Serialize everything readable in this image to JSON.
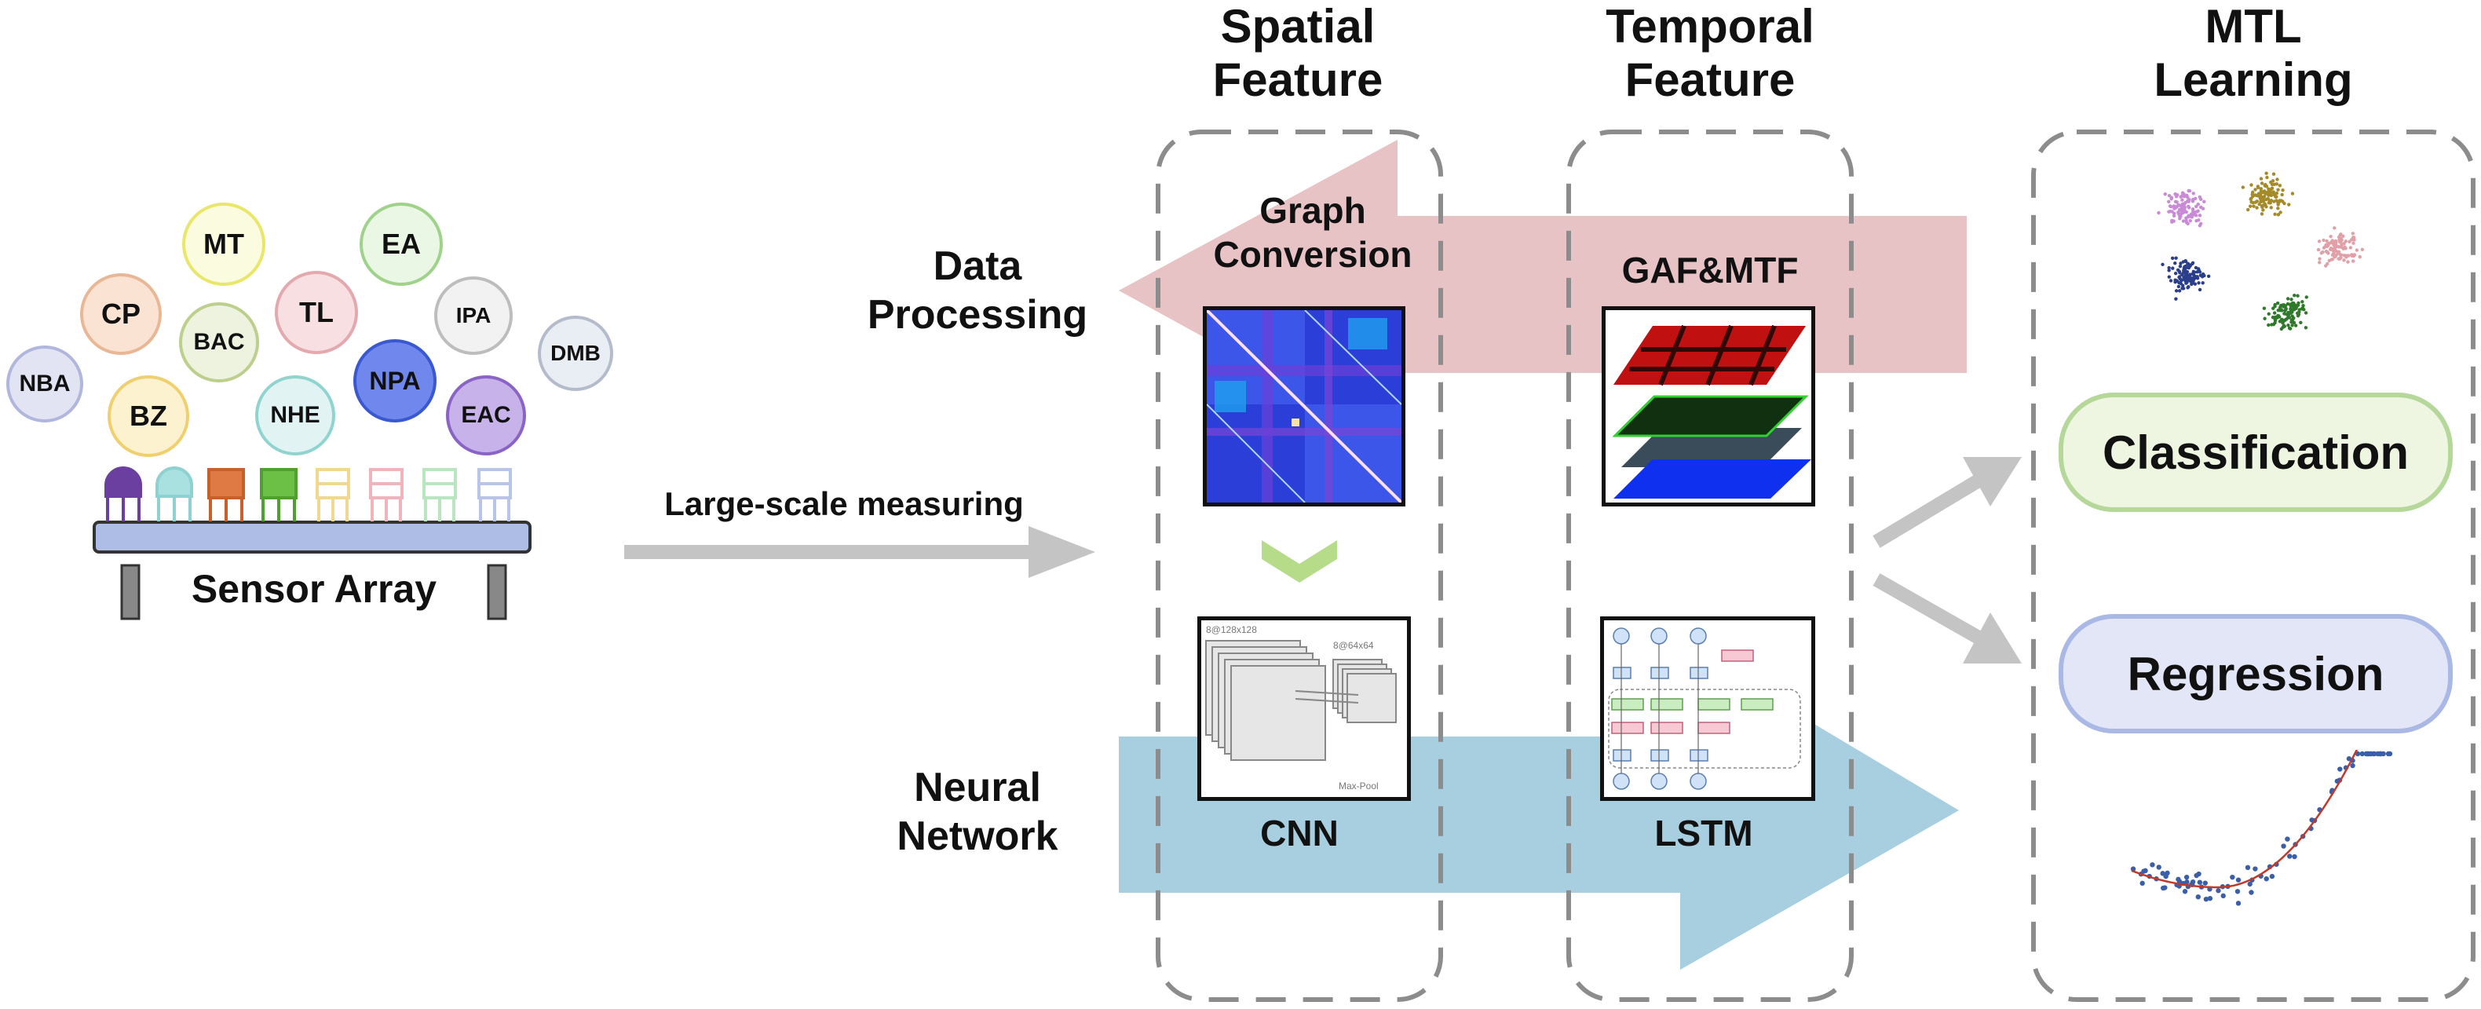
{
  "headers": {
    "spatial": [
      "Spatial",
      "Feature"
    ],
    "temporal": [
      "Temporal",
      "Feature"
    ],
    "mtl": [
      "MTL",
      "Learning"
    ]
  },
  "rows": {
    "data_processing": [
      "Data",
      "Processing"
    ],
    "neural_network": [
      "Neural",
      "Network"
    ]
  },
  "sensors": {
    "label": "Sensor Array",
    "gases": [
      "NBA",
      "CP",
      "MT",
      "BZ",
      "BAC",
      "TL",
      "NHE",
      "EA",
      "NPA",
      "IPA",
      "EAC",
      "DMB"
    ]
  },
  "measure_label": "Large-scale measuring",
  "graph_conversion": [
    "Graph",
    "Conversion"
  ],
  "gaf_mtf": "GAF&MTF",
  "cnn": {
    "label": "CNN",
    "layer1": "8@128x128",
    "layer2": "8@64x64",
    "pool": "Max-Pool"
  },
  "lstm": {
    "label": "LSTM"
  },
  "tasks": {
    "classification": "Classification",
    "regression": "Regression"
  },
  "colors": {
    "data_arrow": "#e8c3c6",
    "network_arrow": "#a7cfe0",
    "gray_arrow": "#c4c4c4",
    "dashed_box": "#8c8c8c",
    "classification_fill": "#eef6e2",
    "classification_border": "#b5d79a",
    "regression_fill": "#e2e6f6",
    "regression_border": "#aab8e6"
  }
}
